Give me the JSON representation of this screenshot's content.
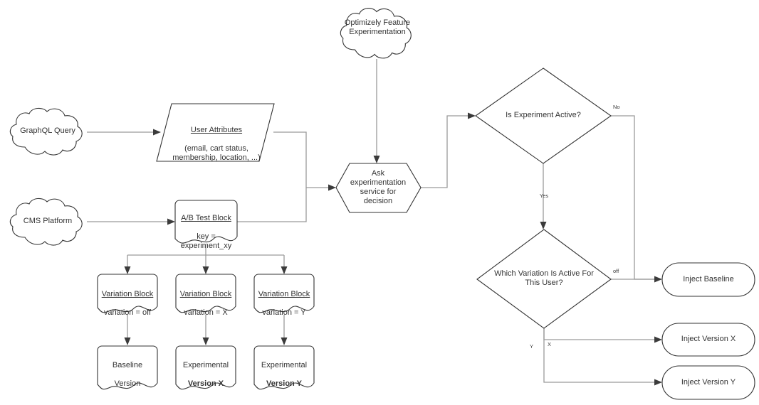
{
  "diagram": {
    "title": "Optimizely Feature Experimentation A/B test decision flow",
    "background": "#ffffff",
    "stroke_color": "#333333",
    "edge_color": "#9a9a9a",
    "text_color": "#333333"
  },
  "nodes": {
    "graphql_cloud": {
      "label": "GraphQL Query",
      "shape": "cloud"
    },
    "cms_cloud": {
      "label": "CMS Platform",
      "shape": "cloud"
    },
    "optimizely_cloud": {
      "label": "Optimizely Feature\nExperimentation",
      "shape": "cloud"
    },
    "user_attributes": {
      "title": "User Attributes",
      "body": "(email, cart status,\nmembership, location, ...)",
      "shape": "parallelogram"
    },
    "ab_test_block": {
      "title": "A/B Test Block",
      "body": "key =\nexperiment_xy",
      "shape": "document"
    },
    "ask_service": {
      "label": "Ask\nexperimentation\nservice for\ndecision",
      "shape": "hexagon"
    },
    "is_experiment_active": {
      "label": "Is Experiment Active?",
      "shape": "diamond"
    },
    "which_variation": {
      "label": "Which Variation Is Active For\nThis User?",
      "shape": "diamond"
    },
    "variation_off": {
      "title": "Variation Block",
      "body": "variation = off",
      "shape": "document"
    },
    "variation_x": {
      "title": "Variation Block",
      "body": "variation = X",
      "shape": "document"
    },
    "variation_y": {
      "title": "Variation Block",
      "body": "variation = Y",
      "shape": "document"
    },
    "baseline_version": {
      "line1": "Baseline",
      "line2": "Version",
      "line2_bold": false,
      "shape": "document"
    },
    "experimental_x": {
      "line1": "Experimental",
      "line2": "Version X",
      "line2_bold": true,
      "shape": "document"
    },
    "experimental_y": {
      "line1": "Experimental",
      "line2": "Version Y",
      "line2_bold": true,
      "shape": "document"
    },
    "inject_baseline": {
      "label": "Inject Baseline",
      "shape": "rounded-rect"
    },
    "inject_version_x": {
      "label": "Inject Version X",
      "shape": "rounded-rect"
    },
    "inject_version_y": {
      "label": "Inject Version Y",
      "shape": "rounded-rect"
    }
  },
  "edge_labels": {
    "no": "No",
    "yes": "Yes",
    "off": "off",
    "x": "X",
    "y": "Y"
  }
}
